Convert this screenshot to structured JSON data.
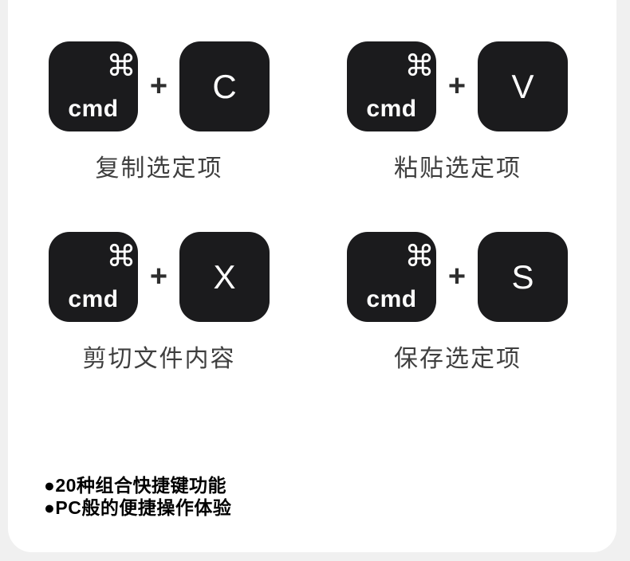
{
  "page": {
    "background_color": "#f0f0f0",
    "card_color": "#ffffff"
  },
  "colors": {
    "key_background": "#1b1b1d",
    "key_text": "#ffffff",
    "plus_sign": "#2e2e2e",
    "shortcut_label": "#3f3f3f",
    "feature_text": "#000000"
  },
  "shortcuts": [
    {
      "modifier_label": "cmd",
      "modifier_icon": "command-icon",
      "plus": "+",
      "key": "C",
      "description": "复制选定项"
    },
    {
      "modifier_label": "cmd",
      "modifier_icon": "command-icon",
      "plus": "+",
      "key": "V",
      "description": "粘贴选定项"
    },
    {
      "modifier_label": "cmd",
      "modifier_icon": "command-icon",
      "plus": "+",
      "key": "X",
      "description": "剪切文件内容"
    },
    {
      "modifier_label": "cmd",
      "modifier_icon": "command-icon",
      "plus": "+",
      "key": "S",
      "description": "保存选定项"
    }
  ],
  "features": [
    "●20种组合快捷键功能",
    "●PC般的便捷操作体验"
  ]
}
